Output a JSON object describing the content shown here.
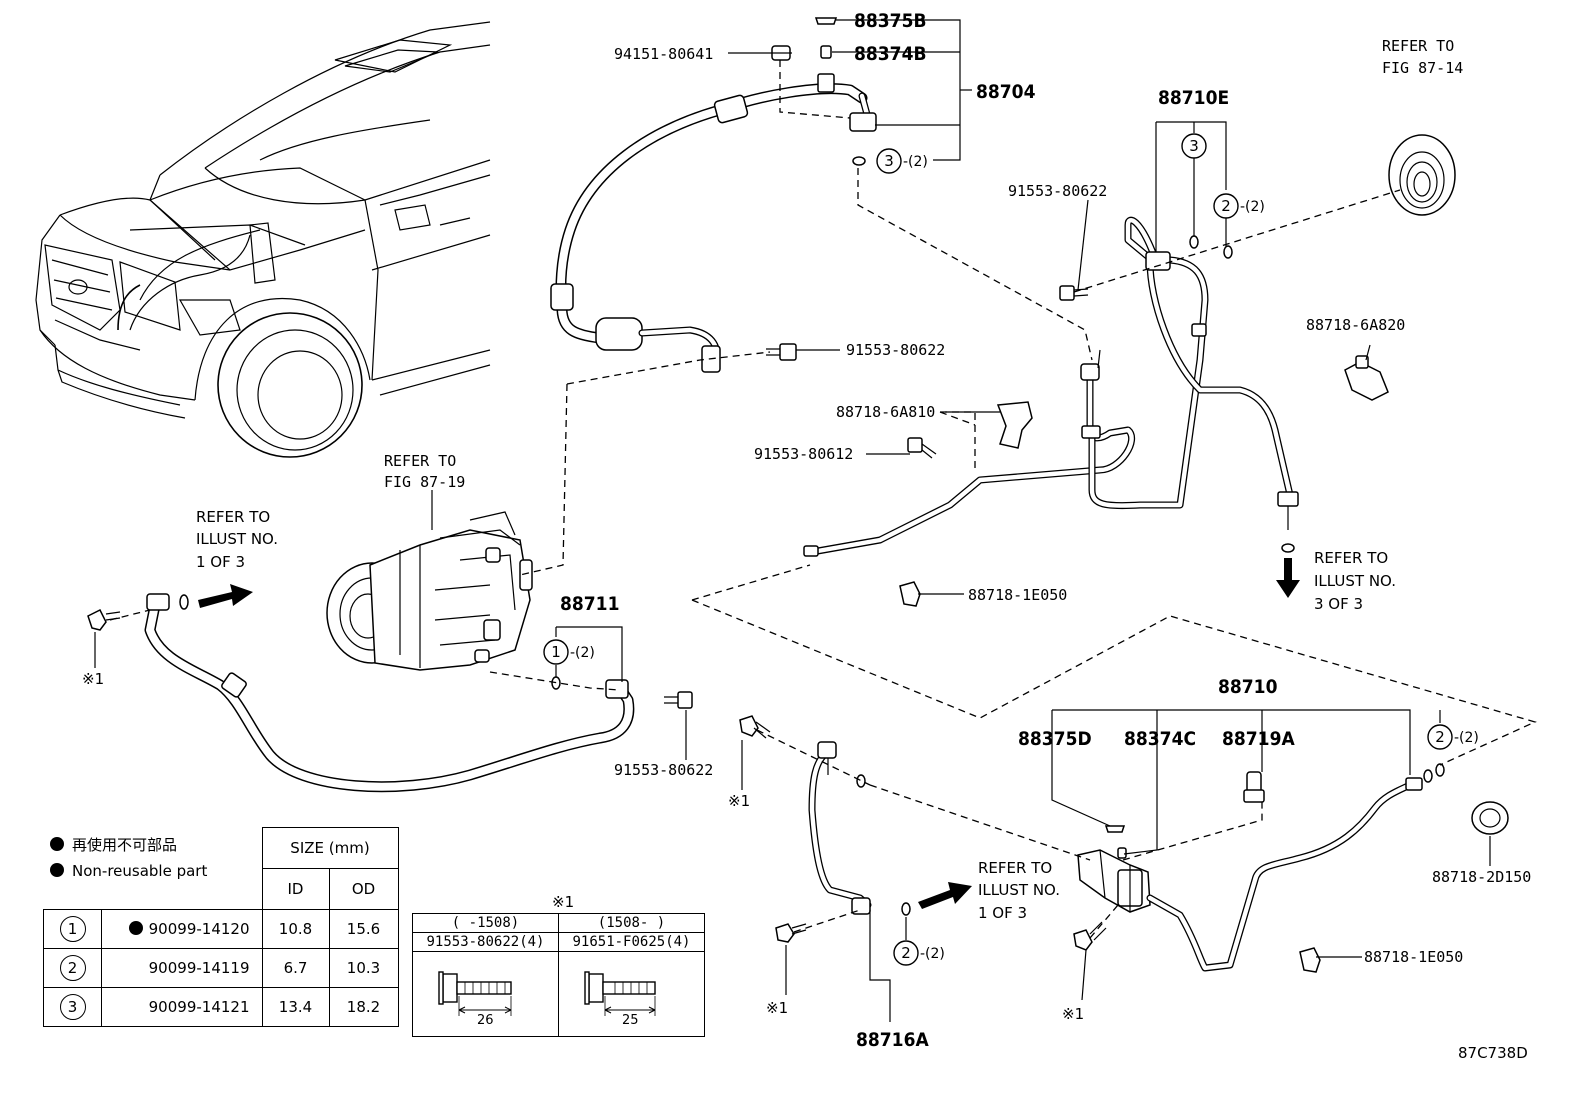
{
  "diagram_code": "87C738D",
  "callouts": {
    "p88375B": "88375B",
    "p88374B": "88374B",
    "p94151": "94151-80641",
    "p88704": "88704",
    "c88704_circle": "3",
    "c88704_qty": "-(2)",
    "p88710E": "88710E",
    "c88710E_c3": "3",
    "c88710E_c2": "2",
    "c88710E_qty": "-(2)",
    "refer_87_14_a": "REFER TO",
    "refer_87_14_b": "FIG 87-14",
    "p91553_a": "91553-80622",
    "p91553_b": "91553-80622",
    "p88718_6A820": "88718-6A820",
    "p88718_6A810": "88718-6A810",
    "p91553_80612": "91553-80612",
    "refer_87_19_a": "REFER TO",
    "refer_87_19_b": "FIG 87-19",
    "refer_illust1_a": "REFER TO",
    "refer_illust1_b": "ILLUST NO.",
    "refer_illust1_c": "1 OF 3",
    "refer_illust3_a": "REFER TO",
    "refer_illust3_b": "ILLUST NO.",
    "refer_illust3_c": "3 OF 3",
    "p88718_1E050_a": "88718-1E050",
    "p88711": "88711",
    "c88711_c1": "1",
    "c88711_qty": "-(2)",
    "p91553_c": "91553-80622",
    "note1_a": "※1",
    "note1_b": "※1",
    "note1_c": "※1",
    "note1_d": "※1",
    "p88710": "88710",
    "p88375D": "88375D",
    "p88374C": "88374C",
    "p88719A": "88719A",
    "c88710_c2": "2",
    "c88710_qty": "-(2)",
    "p88718_2D150": "88718-2D150",
    "refer_illust1b_a": "REFER TO",
    "refer_illust1b_b": "ILLUST NO.",
    "refer_illust1b_c": "1 OF 3",
    "p88718_1E050_b": "88718-1E050",
    "c88716A_c2": "2",
    "c88716A_qty": "-(2)",
    "p88716A": "88716A"
  },
  "legend": {
    "line_jp": "再使用不可部品",
    "line_en": "Non-reusable part"
  },
  "size_table": {
    "header": "SIZE (mm)",
    "col_id": "ID",
    "col_od": "OD",
    "rows": [
      {
        "no": "1",
        "part": "90099-14120",
        "non_reusable": true,
        "id": "10.8",
        "od": "15.6"
      },
      {
        "no": "2",
        "part": "90099-14119",
        "non_reusable": false,
        "id": "6.7",
        "od": "10.3"
      },
      {
        "no": "3",
        "part": "90099-14121",
        "non_reusable": false,
        "id": "13.4",
        "od": "18.2"
      }
    ]
  },
  "bolt_table": {
    "mark": "※1",
    "col1_range": "(     -1508)",
    "col2_range": "(1508-     )",
    "col1_part": "91553-80622(4)",
    "col2_part": "91651-F0625(4)",
    "col1_len": "26",
    "col2_len": "25"
  }
}
